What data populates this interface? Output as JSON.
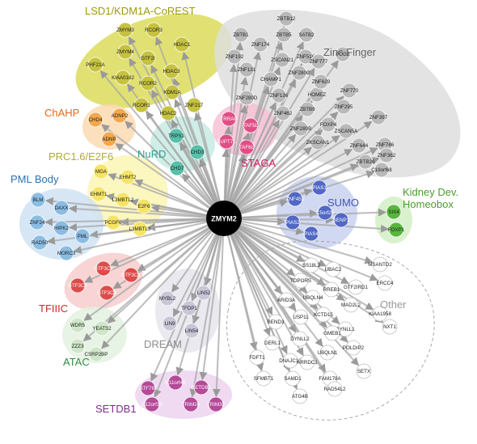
{
  "hub": {
    "label": "ZMYM2",
    "color": "#000000"
  },
  "groups": [
    {
      "key": "lsd1",
      "title": "LSD1/KDM1A-CoREST",
      "color": "#9c9a12",
      "fill": "#dcdc5a",
      "node_color": "#c6c240",
      "nodes": [
        "ZMYM3",
        "RCOR3",
        "HDAC1",
        "ZMYM4",
        "GTF2I",
        "HDAC3",
        "PHF21A",
        "KIAA0182",
        "RCOR2",
        "KDM1A",
        "RCOR1",
        "HDAC2",
        "ZNF217"
      ]
    },
    {
      "key": "zinc",
      "title": "Zinc Finger",
      "color": "#666666",
      "fill": "#dedede",
      "node_color": "#b9b9b9",
      "nodes": [
        "ZBTB12",
        "ZBTB1",
        "ZNF174",
        "ZBTB5",
        "SATB2",
        "ZNF192",
        "ZSCAN21",
        "ZNF516",
        "ZNF131",
        "CHAMP1",
        "ZNF280C",
        "ZNF777",
        "POGZ",
        "ZNF136",
        "HOMEZ",
        "ZNF770",
        "ZNF629",
        "ZNF280D",
        "ZNF462",
        "ZBTB9",
        "ZNF295",
        "ZNF397",
        "FOXP4",
        "ZNF280B",
        "ZSCAN5A",
        "ZKSCAN1",
        "ZNF644",
        "ZNF746",
        "ZNF362",
        "ZBTB26",
        "C19orf68"
      ]
    },
    {
      "key": "chahp",
      "title": "ChAHP",
      "color": "#e46a1b",
      "fill": "#fbd9b2",
      "node_color": "#f3a84e",
      "nodes": [
        "CHD4",
        "ADNP2",
        "ADNP"
      ]
    },
    {
      "key": "nurd",
      "title": "NuRD",
      "color": "#2fa08e",
      "fill": "#c8ebe4",
      "node_color": "#58bfa9",
      "nodes": [
        "TRPS1",
        "CHD3",
        "CHD7"
      ]
    },
    {
      "key": "staga",
      "title": "STAGA",
      "color": "#d61f64",
      "fill": "#f7c1d6",
      "node_color": "#e14e86",
      "nodes": [
        "TRRAP",
        "TAF5L",
        "SUPT7L",
        "TAF6L"
      ]
    },
    {
      "key": "prc16",
      "title": "PRC1.6/E2F6",
      "color": "#b4a936",
      "fill": "#fbf4b4",
      "node_color": "#f6e464",
      "nodes": [
        "MGA",
        "EHMT2",
        "EHMT1",
        "L3MBTL2",
        "E2F6",
        "PCGF6",
        "L3MBTL3"
      ]
    },
    {
      "key": "pml",
      "title": "PML Body",
      "color": "#2d72b0",
      "fill": "#cfe2f3",
      "node_color": "#8bbde3",
      "nodes": [
        "BLM",
        "DAXX",
        "ZNF24",
        "HIPK2",
        "PML",
        "RAD50",
        "MORC3"
      ]
    },
    {
      "key": "sumo",
      "title": "SUMO",
      "color": "#3f56b0",
      "fill": "#c9d1f0",
      "node_color": "#5168c4",
      "nodes": [
        "ZNF451",
        "PIAS1",
        "C5orf25",
        "SENP1",
        "PIAS2",
        "PIAS4"
      ]
    },
    {
      "key": "kidney",
      "title": "Kidney Dev. Homeobox",
      "color": "#4a9e2e",
      "fill": "#d3eec5",
      "node_color": "#58b63c",
      "nodes": [
        "SIX4",
        "FOXP1"
      ]
    },
    {
      "key": "tfiiic",
      "title": "TFIIIC",
      "color": "#cf2a2a",
      "fill": "#f7cccc",
      "node_color": "#df4a4a",
      "nodes": [
        "GTF3C1",
        "GTF3C2",
        "GTF3C4",
        "GTF3C3"
      ]
    },
    {
      "key": "dream",
      "title": "DREAM",
      "color": "#8d8d8d",
      "fill": "#e5e5ec",
      "node_color": "#c9c6d8",
      "nodes": [
        "MYBL2",
        "TFDP1",
        "LIN52",
        "LIN9",
        "LIN54"
      ]
    },
    {
      "key": "atac",
      "title": "ATAC",
      "color": "#2e8b45",
      "fill": "#e3f1df",
      "node_color": "#cfe6c8",
      "nodes": [
        "WDR5",
        "YEATS2",
        "ZZZ3",
        "CSRP2BP"
      ]
    },
    {
      "key": "setdb1",
      "title": "SETDB1",
      "color": "#7c2f88",
      "fill": "#ecd3ef",
      "node_color": "#b44a98",
      "nodes": [
        "ATF7IP",
        "C11orf46",
        "SETDB1",
        "C12orf35",
        "TRIM24",
        "TRIM33"
      ]
    },
    {
      "key": "other",
      "title": "Other",
      "color": "#9a9a9a",
      "fill": "none",
      "node_color": "#ffffff",
      "nodes": [
        "SS18L2",
        "UBAC2",
        "MSANTD2",
        "TOPORS",
        "RREB1",
        "GTF2IRD1",
        "ERCC4",
        "UBQLN4",
        "MAD2L2",
        "KIAA1958",
        "ARID3A",
        "KCTD15",
        "BEND3",
        "USP11",
        "DYNLL1",
        "NXT1",
        "GMEB1",
        "DERL1",
        "DYNLL2",
        "POLDIP2",
        "FDFT1",
        "DNAJC10",
        "UBQLN1",
        "ARRDC1",
        "SFMBT1",
        "SAMD1",
        "FAM178A",
        "SETX",
        "ATG4B",
        "RAD54L2"
      ]
    }
  ]
}
